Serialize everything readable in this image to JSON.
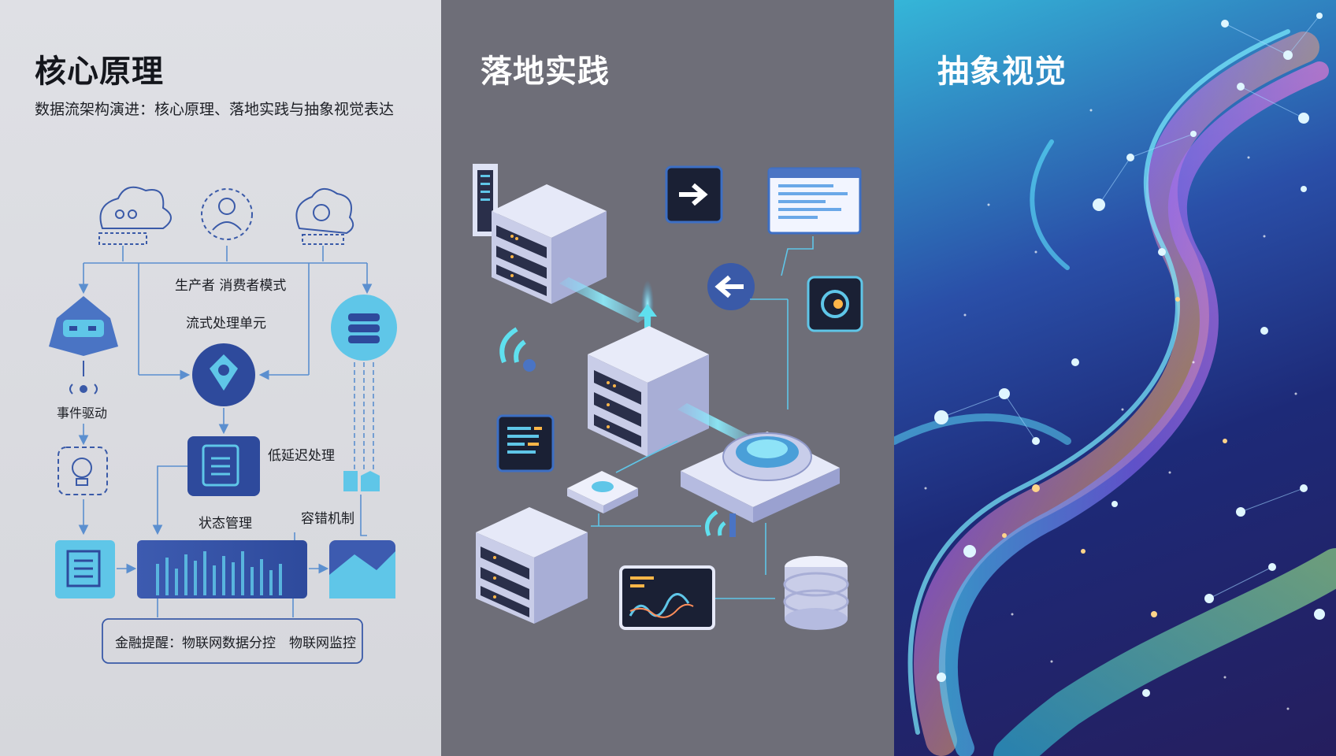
{
  "panels": {
    "left": {
      "title": "核心原理",
      "subtitle": "数据流架构演进：核心原理、落地实践与抽象视觉表达",
      "labels": {
        "producer_consumer": "生产者 消费者模式",
        "stream_unit": "流式处理单元",
        "event_driven": "事件驱动",
        "low_latency": "低延迟处理",
        "state_mgmt": "状态管理",
        "fault_tolerance": "容错机制",
        "scenarios": "金融提醒：物联网数据分控　物联网监控"
      }
    },
    "middle": {
      "title": "落地实践"
    },
    "right": {
      "title": "抽象视觉"
    }
  },
  "colors": {
    "primary_blue": "#3a5aa8",
    "light_blue": "#5fc6e8",
    "line_blue": "#5b8fcf",
    "mid_bg": "#6e6e78"
  }
}
